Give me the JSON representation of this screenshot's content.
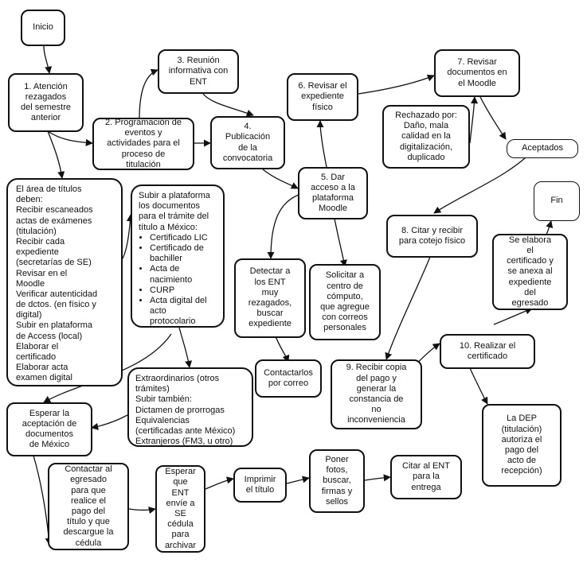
{
  "nodes": {
    "inicio": "Inicio",
    "n1": "1. Atención\nrezagados\ndel semestre\nanterior",
    "n2": "2. Programación de\neventos y\nactividades para el\nproceso de\ntitulación",
    "n3": "3. Reunión\ninformativa con\nENT",
    "n4": "4.\nPublicación\nde la\nconvocatoria",
    "n5": "5. Dar\nacceso a la\nplataforma\nMoodle",
    "n6": "6. Revisar el\nexpediente\nfísico",
    "n7": "7. Revisar\ndocumentos en\nel Moodle",
    "rechazado": "Rechazado por:\nDaño, mala\ncalidad en la\ndigitalización,\nduplicado",
    "aceptados": "Aceptados",
    "fin": "Fin",
    "n8": "8. Citar y recibir\npara cotejo físico",
    "elabora": "Se elabora\nel\ncertificado y\nse anexa al\nexpediente\ndel\negresado",
    "n9": "9. Recibir copia\ndel pago y\ngenerar la\nconstancia de\nno\ninconveniencia",
    "n10": "10. Realizar el\ncertificado",
    "dep": "La DEP\n(titulación)\nautoriza el\npago del\nacto de\nrecepción)",
    "titulos": "El área de títulos\ndeben:\nRecibir escaneados\nactas de exámenes\n(titulación)\nRecibir cada\nexpediente\n(secretarías de SE)\nRevisar en el\nMoodle\nVerificar autenticidad\nde dctos. (en físico y\ndigital)\nSubir en plataforma\nde Access (local)\nElaborar el\ncertificado\nElaborar acta\nexamen digital",
    "subir_title": "Subir a plataforma\nlos documentos\npara el trámite del\ntítulo a México:",
    "subir_items": [
      "Certificado LIC",
      "Certificado de\nbachiller",
      "Acta de\nnacimiento",
      "CURP",
      "Acta digital del\nacto\nprotocolario"
    ],
    "detectar": "Detectar a\nlos ENT\nmuy\nrezagados,\nbuscar\nexpediente",
    "contactarlos": "Contactarlos\npor correo",
    "solicitar": "Solicitar a\ncentro de\ncómputo,\nque agregue\ncon correos\npersonales",
    "extra": "Extraordinarios (otros\ntrámites)\nSubir también:\nDictamen de prorrogas\nEquivalencias\n(certificadas ante México)\nExtranjeros (FM3, u otro)",
    "esperar_mexico": "Esperar la\naceptación de\ndocumentos\nde México",
    "contactar_egresado": "Contactar al\negresado\npara que\nrealice el\npago del\ntítulo y que\ndescargue la\ncédula",
    "esperar_ent": "Esperar\nque\nENT\nenvíe a\nSE\ncédula\npara\narchivar",
    "imprimir": "Imprimir\nel título",
    "poner": "Poner\nfotos,\nbuscar,\nfirmas y\nsellos",
    "citar_ent": "Citar al ENT\npara la\nentrega"
  }
}
